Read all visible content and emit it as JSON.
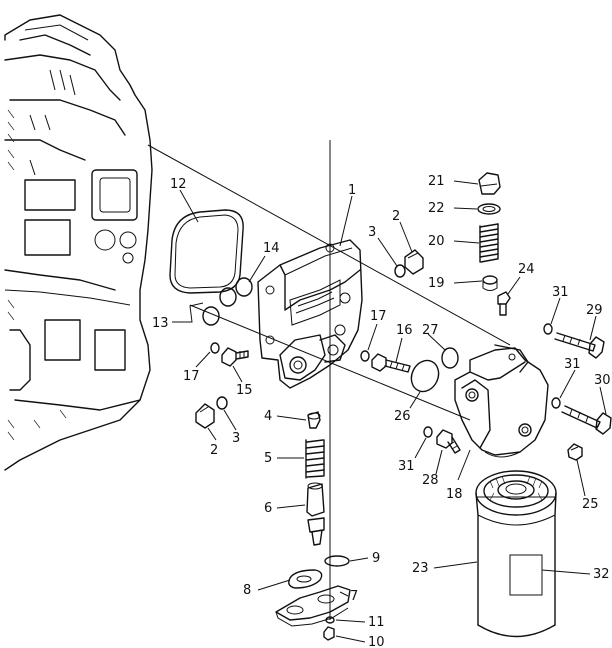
{
  "callouts": {
    "c1": "1",
    "c2a": "2",
    "c2b": "2",
    "c3a": "3",
    "c3b": "3",
    "c4": "4",
    "c5": "5",
    "c6": "6",
    "c7": "7",
    "c8": "8",
    "c9": "9",
    "c10": "10",
    "c11": "11",
    "c12": "12",
    "c13": "13",
    "c14": "14",
    "c15": "15",
    "c16": "16",
    "c17a": "17",
    "c17b": "17",
    "c18": "18",
    "c19": "19",
    "c20": "20",
    "c21": "21",
    "c22": "22",
    "c23": "23",
    "c24": "24",
    "c25": "25",
    "c26": "26",
    "c27": "27",
    "c28": "28",
    "c29": "29",
    "c30": "30",
    "c31a": "31",
    "c31b": "31",
    "c31c": "31",
    "c32": "32"
  }
}
